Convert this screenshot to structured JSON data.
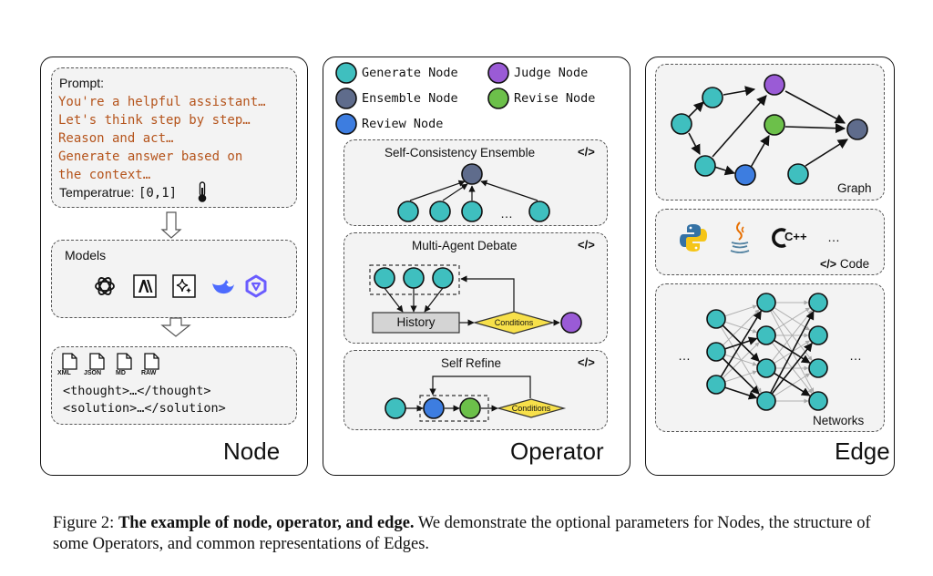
{
  "node_panel": {
    "title": "Node",
    "prompt_label": "Prompt:",
    "prompt_lines": [
      "You're a helpful assistant…",
      "Let's think step by step…",
      "Reason and act…",
      "Generate answer based on",
      "the context…"
    ],
    "temperature_label": "Temperatrue:",
    "temperature_range": "[0,1]",
    "models_label": "Models",
    "format_icons": [
      "XML",
      "JSON",
      "MD",
      "RAW"
    ],
    "format_lines": [
      "<thought>…</thought>",
      "<solution>…</solution>"
    ]
  },
  "operator_panel": {
    "title": "Operator",
    "legend": {
      "generate": "Generate Node",
      "judge": "Judge Node",
      "ensemble": "Ensemble Node",
      "revise": "Revise Node",
      "review": "Review Node"
    },
    "self_consistency": {
      "title": "Self-Consistency Ensemble",
      "ellipsis": "…"
    },
    "debate": {
      "title": "Multi-Agent Debate",
      "history": "History",
      "conditions": "Conditions"
    },
    "refine": {
      "title": "Self Refine",
      "conditions": "Conditions"
    },
    "code_tag": "</>"
  },
  "edge_panel": {
    "title": "Edge",
    "graph_label": "Graph",
    "code_label": "Code",
    "code_tag": "</>",
    "cpp_label": "C++",
    "code_ellipsis": "…",
    "networks_label": "Networks",
    "ellipsis": "…"
  },
  "colors": {
    "generate": "#3fbfbf",
    "judge": "#9a5bd6",
    "ensemble": "#5f6c8c",
    "revise": "#6cc04a",
    "review": "#3d7de0",
    "prompt_text": "#b5541c",
    "conditions": "#f7e04a"
  },
  "caption": {
    "prefix": "Figure 2:",
    "bold": "The example of node, operator, and edge.",
    "rest": "We demonstrate the optional parameters for Nodes, the structure of some Operators, and common representations of Edges."
  }
}
